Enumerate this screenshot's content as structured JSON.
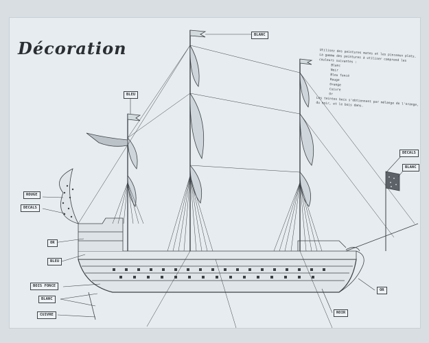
{
  "title": "Décoration",
  "notes": {
    "intro": "Utilisez des peintures mates et les pinceaux plats.",
    "para": "La gamme des peintures à utiliser comprend les couleurs suivantes :",
    "colors": [
      "Blanc",
      "Noir",
      "Bleu foncé",
      "Rouge",
      "Orange",
      "Cuivre",
      "Or"
    ],
    "outro": "Les teintes bois s'obtiennent par mélange de l'orange, du noir, et le bois dans."
  },
  "labels": {
    "blanc_top": "BLANC",
    "bleu": "BLEU",
    "rouge": "ROUGE",
    "decals_left": "DECALS",
    "or_left": "OR",
    "bleu_lower": "BLEU",
    "bois_fonce": "BOIS FONCE",
    "blanc_bottom": "BLANC",
    "cuivre": "CUIVRE",
    "decals_right": "DECALS",
    "blanc_right": "BLANC",
    "or_right": "OR",
    "noir": "NOIR"
  }
}
